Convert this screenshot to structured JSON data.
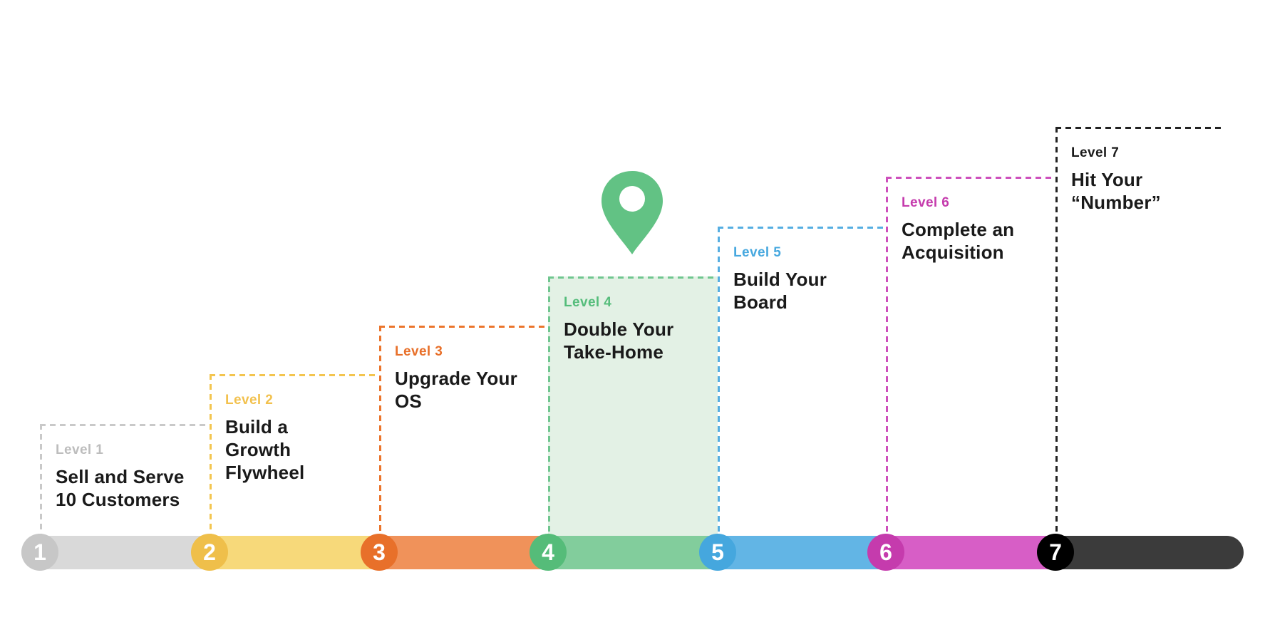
{
  "levels": [
    {
      "number": "1",
      "label": "Level 1",
      "title": "Sell and Serve 10 Customers",
      "accent": "#bdbdbd",
      "border": "#c9c9c9",
      "bar": "#d9d9d9",
      "circle": "#c7c7c7"
    },
    {
      "number": "2",
      "label": "Level 2",
      "title": "Build a Growth Flywheel",
      "accent": "#f2c14e",
      "border": "#f3c54f",
      "bar": "#f7d97a",
      "circle": "#efbf4a"
    },
    {
      "number": "3",
      "label": "Level 3",
      "title": "Upgrade Your OS",
      "accent": "#e8702a",
      "border": "#eb752c",
      "bar": "#f0925a",
      "circle": "#e8702a"
    },
    {
      "number": "4",
      "label": "Level 4",
      "title": "Double Your Take-Home",
      "accent": "#55bd7b",
      "border": "#6fc68f",
      "bar": "#82cd9c",
      "circle": "#55bc79",
      "fill": "#e3f1e5"
    },
    {
      "number": "5",
      "label": "Level 5",
      "title": "Build Your Board",
      "accent": "#47a8df",
      "border": "#55aee2",
      "bar": "#62b5e5",
      "circle": "#45a7de"
    },
    {
      "number": "6",
      "label": "Level 6",
      "title": "Complete an Acquisition",
      "accent": "#c53bad",
      "border": "#cd4fbc",
      "bar": "#d75ec6",
      "circle": "#c53bad"
    },
    {
      "number": "7",
      "label": "Level 7",
      "title": "Hit Your “Number”",
      "accent": "#1a1a1a",
      "border": "#222222",
      "bar": "#3b3b3b",
      "circle": "#000000"
    }
  ],
  "marker": {
    "icon": "location-pin-icon",
    "color": "#62c284",
    "at_level": "4"
  }
}
